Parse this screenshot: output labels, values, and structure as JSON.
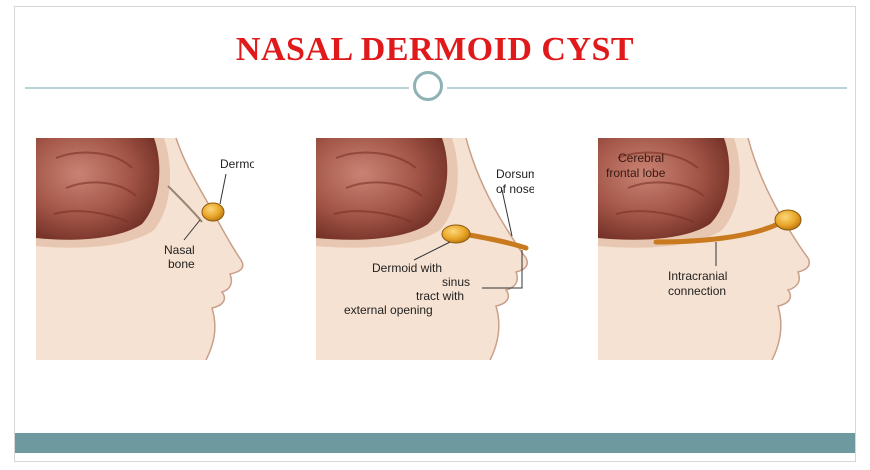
{
  "title": "NASAL DERMOID CYST",
  "panels": [
    {
      "labels": {
        "dermoid": "Dermoid",
        "nasal": "Nasal",
        "bone": "bone"
      }
    },
    {
      "labels": {
        "dorsum": "Dorsum",
        "of_nose": "of nose",
        "dermoid_with": "Dermoid with",
        "sinus": "sinus",
        "tract_with": "tract with",
        "external_opening": "external opening"
      }
    },
    {
      "labels": {
        "cerebral": "Cerebral",
        "frontal_lobe": "frontal lobe",
        "intracranial": "Intracranial",
        "connection": "connection"
      }
    }
  ],
  "colors": {
    "title": "#e0191b",
    "footer": "#6e9a9f",
    "skin": "#f6e2d2",
    "brain": "#a35648",
    "cyst": "#e9a528",
    "tract": "#c97a1e"
  }
}
